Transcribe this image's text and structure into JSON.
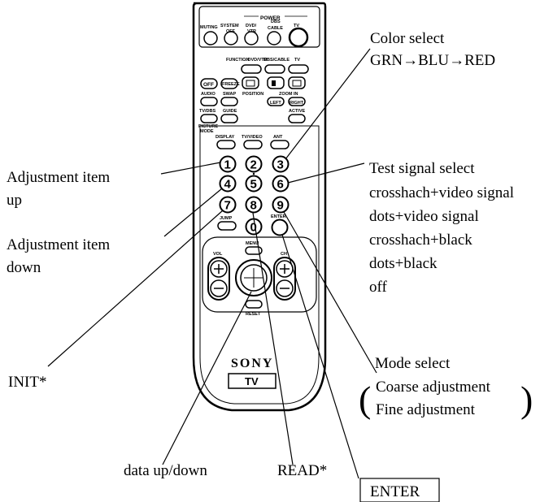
{
  "remote": {
    "power_label": "POWER",
    "top_buttons": [
      "MUTING",
      "SYSTEM OFF",
      "DVD/ VTR",
      "DBS CABLE",
      "TV"
    ],
    "function_labels": [
      "FUNCTION",
      "DVD/VTR",
      "DBS/CABLE",
      "TV"
    ],
    "row_labels_1": [
      "OFF",
      "FREEZE"
    ],
    "row_labels_2": [
      "AUDIO",
      "SWAP",
      "POSITION",
      "ZOOM IN",
      "LEFT",
      "RIGHT"
    ],
    "row_labels_3": [
      "TV/DBS",
      "GUIDE",
      "ACTIVE",
      "PICTURE MODE"
    ],
    "top_row_labels": [
      "DISPLAY",
      "TV/VIDEO",
      "ANT"
    ],
    "keypad": [
      "1",
      "2",
      "3",
      "4",
      "5",
      "6",
      "7",
      "8",
      "9",
      "0"
    ],
    "jump_label": "JUMP",
    "enter_label": "ENTER",
    "menu_label": "MENU",
    "vol_label": "VOL",
    "ch_label": "CH",
    "reset_label": "RESET",
    "brand": "SONY",
    "model": "TV"
  },
  "annotations": {
    "color_select": [
      "Color select",
      "GRN→BLU→RED"
    ],
    "adjust_up": [
      "Adjustment item",
      "up"
    ],
    "adjust_down": [
      "Adjustment item",
      "down"
    ],
    "test_signal": [
      "Test signal select",
      "crosshach+video signal",
      "dots+video signal",
      "crosshach+black",
      "dots+black",
      "off"
    ],
    "init": "INIT*",
    "mode_select": [
      "Mode select",
      "Coarse adjustment",
      "Fine adjustment"
    ],
    "data_updown": "data up/down",
    "read": "READ*",
    "enter_box": "ENTER"
  }
}
